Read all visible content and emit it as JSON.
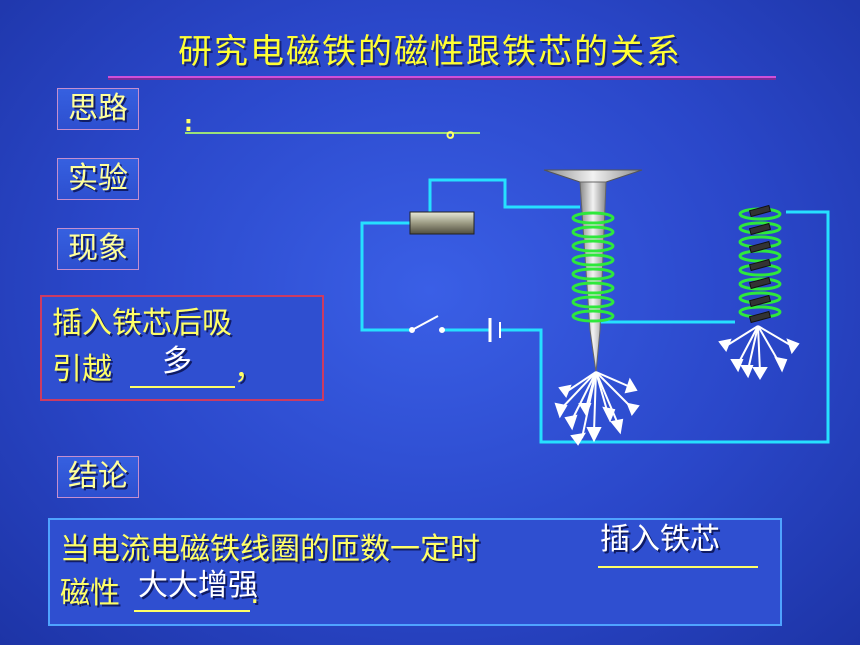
{
  "title": "研究电磁铁的磁性跟铁芯的关系",
  "labels": {
    "thinking": "思路",
    "experiment": "实验",
    "phenomenon": "现象",
    "conclusion": "结论"
  },
  "thinking_marks": {
    "colon": ":",
    "period": "。"
  },
  "phenomenon": {
    "line1": "插入铁芯后吸",
    "line2_prefix": "引越",
    "answer": "多",
    "line2_suffix": "，"
  },
  "conclusion": {
    "line1": "当电流电磁铁线圈的匝数一定时",
    "answer1": "插入铁芯",
    "line2_prefix": "磁性",
    "answer2": "大大增强",
    "line2_suffix": "."
  },
  "colors": {
    "background": "#2a47c9",
    "title": "#ffff33",
    "text": "#ffff66",
    "answer": "#ffffff",
    "wire": "#26e0ff",
    "coil": "#2ee83c"
  }
}
